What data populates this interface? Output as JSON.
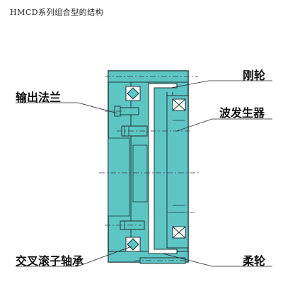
{
  "title": "HMCD系列组合型的结构",
  "labels": {
    "circular_spline": "刚轮",
    "output_flange": "输出法兰",
    "wave_generator": "波发生器",
    "cross_roller_bearing": "交叉滚子轴承",
    "flexspline": "柔轮"
  },
  "colors": {
    "body_fill": "#5ec5c5",
    "outline": "#1f3535",
    "leader": "#222222",
    "centerline": "#334444"
  }
}
